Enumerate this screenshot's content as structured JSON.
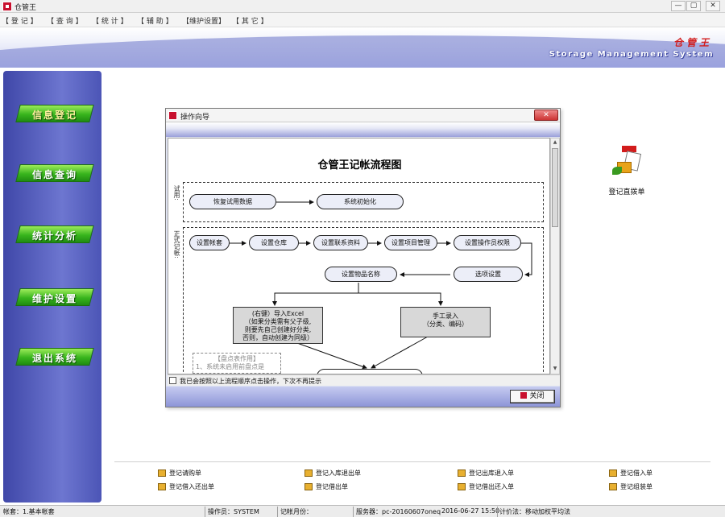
{
  "app": {
    "title": "仓管王",
    "brand_cn": "仓管王",
    "brand_en": "Storage Management System"
  },
  "window_controls": [
    "—",
    "▢",
    "✕"
  ],
  "menu": [
    {
      "label": "【 登 记 】"
    },
    {
      "label": "【 查 询 】"
    },
    {
      "label": "【 统 计 】"
    },
    {
      "label": "【 辅 助 】"
    },
    {
      "label": "【维护设置】"
    },
    {
      "label": "【 其 它 】"
    }
  ],
  "sidebar": {
    "items": [
      {
        "label": "信息登记",
        "active": true
      },
      {
        "label": "信息查询"
      },
      {
        "label": "统计分析"
      },
      {
        "label": "维护设置"
      },
      {
        "label": "退出系统"
      }
    ]
  },
  "desktop_icon": {
    "label": "登记直拨单",
    "icon": "direct-allocation-icon"
  },
  "quick_links": [
    {
      "label": "登记请购单"
    },
    {
      "label": "登记入库退出单"
    },
    {
      "label": "登记出库退入单"
    },
    {
      "label": "登记借入单"
    },
    {
      "label": "登记借入还出单"
    },
    {
      "label": "登记借出单"
    },
    {
      "label": "登记借出还入单"
    },
    {
      "label": "登记组装单"
    }
  ],
  "status": {
    "account": "帐套：1.基本帐套",
    "operator": "操作员：SYSTEM",
    "period": "记帐月份：",
    "server": "服务器：pc-20160607oneq",
    "datetime": "2016-06-27 15:50",
    "pricing": "计价法：移动加权平均法"
  },
  "dialog": {
    "title": "操作向导",
    "checkbox_label": "我已会按照以上流程顺序点击操作，下次不再提示",
    "close_button": "关闭",
    "flow": {
      "title": "仓管王记帐流程图",
      "trial_label": "试用:",
      "formal_label": "正式记帐:",
      "nodes": {
        "restore": "恢复试用数据",
        "init": "系统初始化",
        "account": "设置帐套",
        "warehouse": "设置仓库",
        "contacts": "设置联系资料",
        "items": "设置项目管理",
        "permissions": "设置操作员权限",
        "options": "选项设置",
        "goods": "设置物品名称"
      },
      "import_doc": [
        "(右键）导入Excel",
        "（如果分类需有父子级,",
        "则要先自己创建好分类,",
        "否则，自动创建为同级）"
      ],
      "manual_doc": [
        "手工录入",
        "（分类、编码）"
      ],
      "note": [
        "【盘点表作用】",
        "1、系统未启用前盘点是"
      ]
    }
  }
}
